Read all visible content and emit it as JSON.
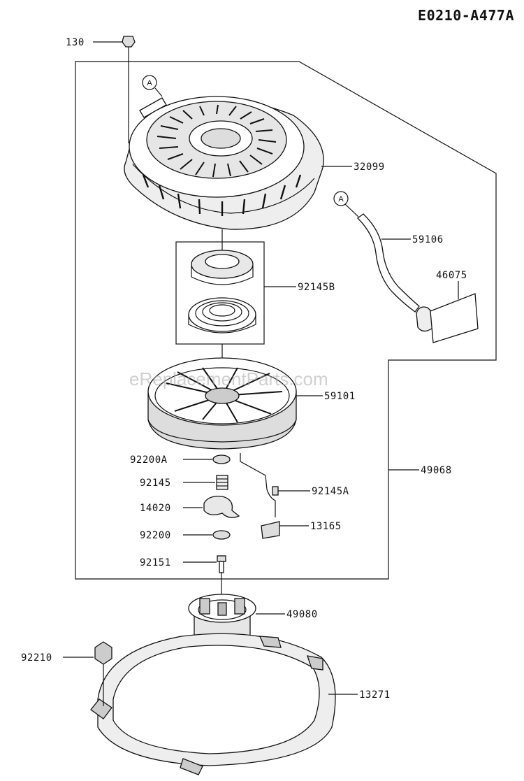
{
  "diagram_code": "E0210-A477A",
  "watermark": "eReplacementParts.com",
  "callouts": {
    "a_cover": "A",
    "a_rope": "A"
  },
  "parts": {
    "p130": "130",
    "p32099": "32099",
    "p59106": "59106",
    "p46075": "46075",
    "p92145b": "92145B",
    "p59101": "59101",
    "p49068": "49068",
    "p92200a": "92200A",
    "p92145": "92145",
    "p92145a": "92145A",
    "p14020": "14020",
    "p13165": "13165",
    "p92200": "92200",
    "p92151": "92151",
    "p49080": "49080",
    "p92210": "92210",
    "p13271": "13271"
  }
}
